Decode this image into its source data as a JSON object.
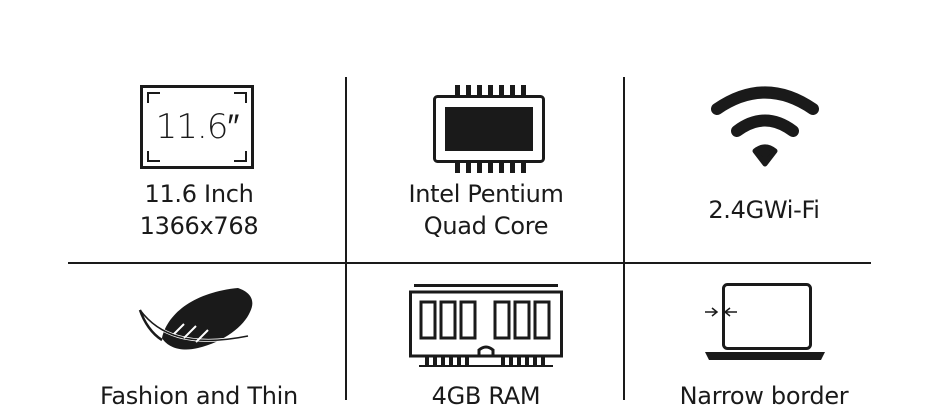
{
  "features": [
    {
      "icon": "screen-size-icon",
      "lines": [
        "11.6 Inch",
        "1366x768"
      ],
      "icon_text": "11.6″"
    },
    {
      "icon": "cpu-chip-icon",
      "lines": [
        "Intel Pentium",
        "Quad Core"
      ]
    },
    {
      "icon": "wifi-icon",
      "lines": [
        "2.4GWi-Fi"
      ]
    },
    {
      "icon": "feather-icon",
      "lines": [
        "Fashion and Thin"
      ]
    },
    {
      "icon": "ram-module-icon",
      "lines": [
        "4GB RAM"
      ]
    },
    {
      "icon": "laptop-icon",
      "lines": [
        "Narrow border"
      ]
    }
  ],
  "colors": {
    "ink": "#1a1a1a",
    "background": "#ffffff"
  }
}
